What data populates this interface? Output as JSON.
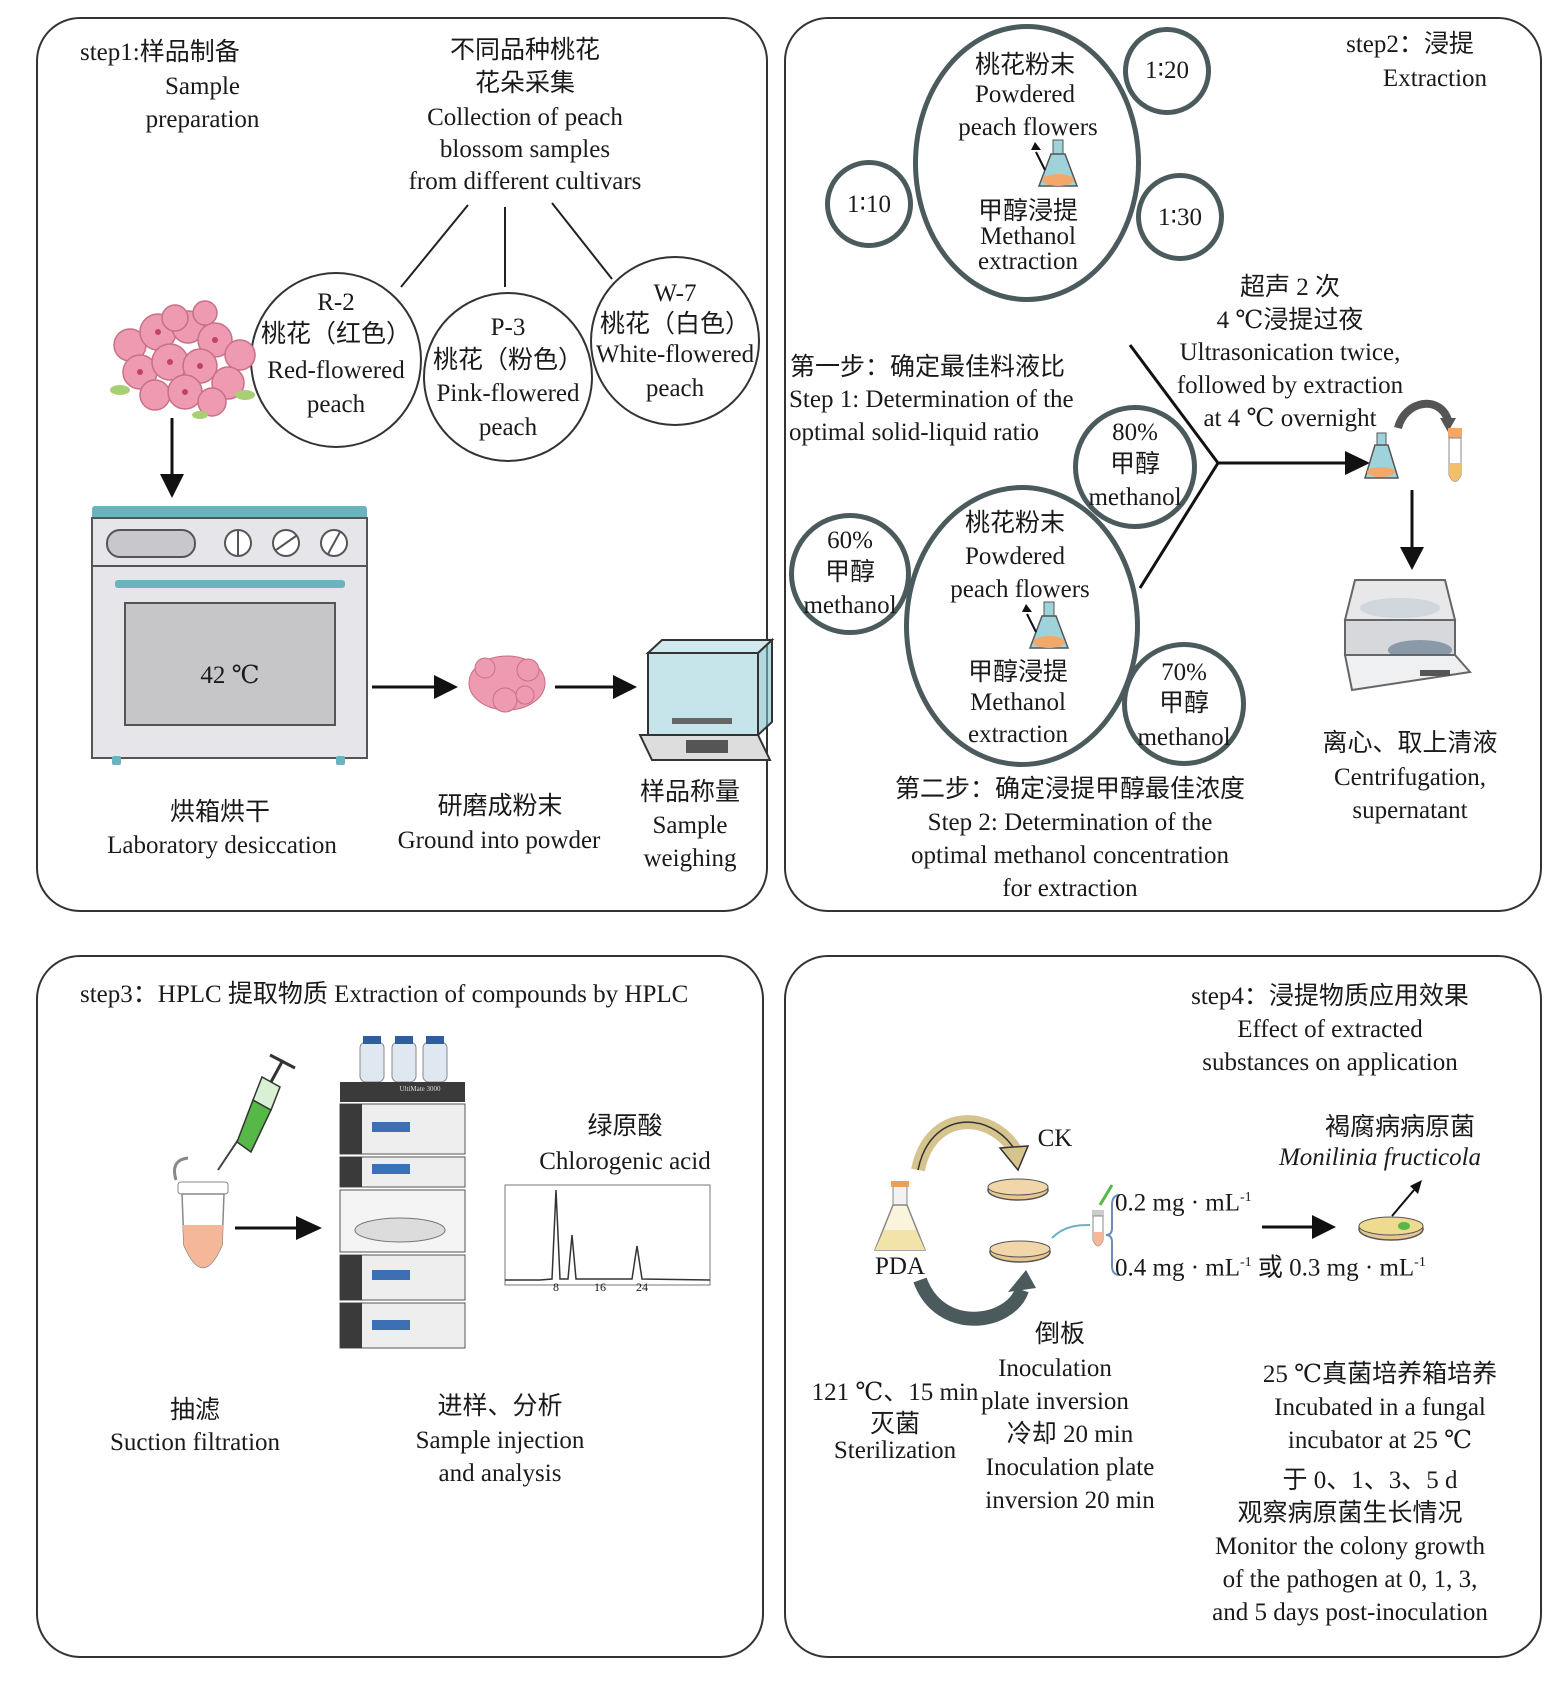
{
  "step1": {
    "title_cn": "step1:样品制备",
    "title_en_1": "Sample",
    "title_en_2": "preparation",
    "collect_1": "不同品种桃花",
    "collect_2": "花朵采集",
    "collect_3": "Collection of peach",
    "collect_4": "blossom samples",
    "collect_5": "from different cultivars",
    "cultivars": [
      {
        "code": "R-2",
        "cn": "桃花（红色）",
        "en_1": "Red-flowered",
        "en_2": "peach"
      },
      {
        "code": "P-3",
        "cn": "桃花（粉色）",
        "en_1": "Pink-flowered",
        "en_2": "peach"
      },
      {
        "code": "W-7",
        "cn": "桃花（白色）",
        "en_1": "White-flowered",
        "en_2": "peach"
      }
    ],
    "oven_temp": "42 ℃",
    "oven_cn": "烘箱烘干",
    "oven_en": "Laboratory desiccation",
    "grind_cn": "研磨成粉末",
    "grind_en": "Ground into powder",
    "weigh_cn": "样品称量",
    "weigh_en_1": "Sample",
    "weigh_en_2": "weighing"
  },
  "step2": {
    "title_cn": "step2：浸提",
    "title_en": "Extraction",
    "powder_cn": "桃花粉末",
    "powder_en_1": "Powdered",
    "powder_en_2": "peach flowers",
    "meth_cn": "甲醇浸提",
    "meth_en_1": "Methanol",
    "meth_en_2": "extraction",
    "ratios": [
      "1∶20",
      "1∶10",
      "1∶30"
    ],
    "stage1_cn": "第一步：确定最佳料液比",
    "stage1_en_1": "Step 1: Determination of the",
    "stage1_en_2": "optimal solid-liquid ratio",
    "conc": [
      {
        "pct": "80%",
        "cn": "甲醇",
        "en": "methanol"
      },
      {
        "pct": "60%",
        "cn": "甲醇",
        "en": "methanol"
      },
      {
        "pct": "70%",
        "cn": "甲醇",
        "en": "methanol"
      }
    ],
    "stage2_cn": "第二步：确定浸提甲醇最佳浓度",
    "stage2_en_1": "Step 2: Determination of the",
    "stage2_en_2": "optimal methanol concentration",
    "stage2_en_3": "for extraction",
    "ultra_cn_1": "超声 2 次",
    "ultra_cn_2": "4 ℃浸提过夜",
    "ultra_en_1": "Ultrasonication twice,",
    "ultra_en_2": "followed by extraction",
    "ultra_en_3": "at 4 ℃ overnight",
    "centri_cn": "离心、取上清液",
    "centri_en_1": "Centrifugation,",
    "centri_en_2": "supernatant"
  },
  "step3": {
    "title": "step3：HPLC 提取物质 Extraction of compounds by HPLC",
    "filter_cn": "抽滤",
    "filter_en": "Suction filtration",
    "inject_cn": "进样、分析",
    "inject_en_1": "Sample injection",
    "inject_en_2": "and analysis",
    "acid_cn": "绿原酸",
    "acid_en": "Chlorogenic acid",
    "ticks": [
      "8",
      "16",
      "24"
    ],
    "instrument_label": "UltiMate 3000"
  },
  "step4": {
    "title_cn": "step4：浸提物质应用效果",
    "title_en_1": "Effect of extracted",
    "title_en_2": "substances on application",
    "ck": "CK",
    "pda": "PDA",
    "dose1": "0.2 mg · mL",
    "dose2": "0.4 mg · mL",
    "dose_or": "或 0.3 mg · mL",
    "sup": "-1",
    "path_cn": "褐腐病病原菌",
    "path_en": "Monilinia fructicola",
    "steril_1": "121 ℃、15 min",
    "steril_2": "灭菌",
    "steril_3": "Sterilization",
    "pour_cn": "倒板",
    "pour_en_1": "Inoculation",
    "pour_en_2": "plate inversion",
    "cool_cn": "冷却 20 min",
    "cool_en_1": "Inoculation plate",
    "cool_en_2": "inversion 20 min",
    "incub_cn": "25 ℃真菌培养箱培养",
    "incub_en_1": "Incubated in a fungal",
    "incub_en_2": "incubator at 25 ℃",
    "obs_cn_1": "于 0、1、3、5 d",
    "obs_cn_2": "观察病原菌生长情况",
    "obs_en_1": "Monitor the colony growth",
    "obs_en_2": "of the pathogen at 0, 1, 3,",
    "obs_en_3": "and 5 days post-inoculation"
  },
  "colors": {
    "accent_circle": "#4b5a5c",
    "pink": "#ee9ab0",
    "teal": "#6bb3bf",
    "oven": "#e6e6ea"
  }
}
